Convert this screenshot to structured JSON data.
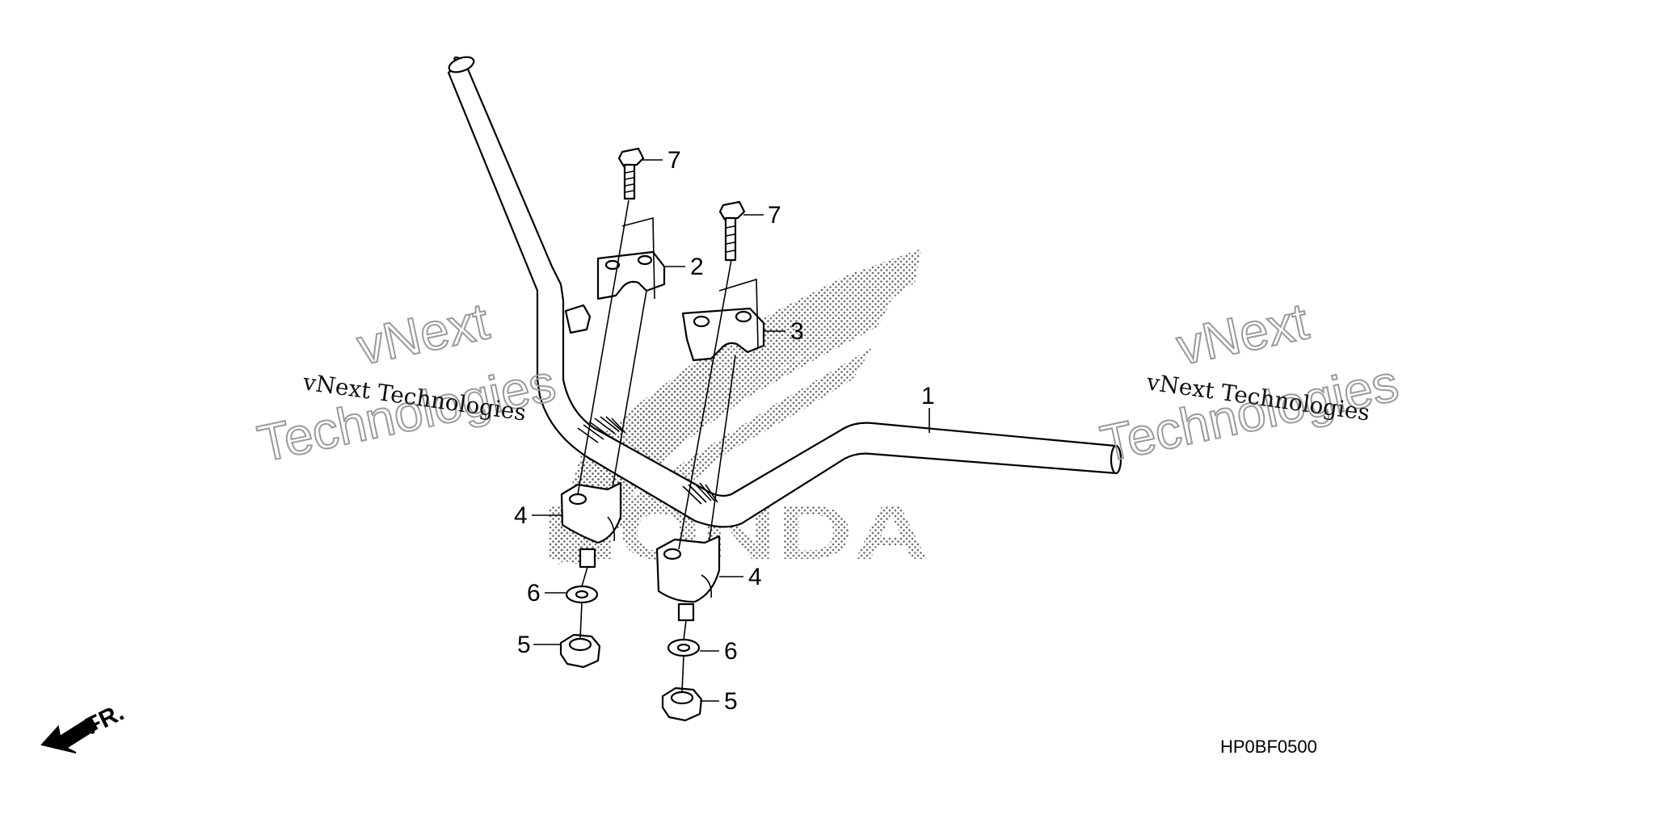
{
  "diagram": {
    "callouts": {
      "c1": "1",
      "c2": "2",
      "c3": "3",
      "c4a": "4",
      "c4b": "4",
      "c5a": "5",
      "c5b": "5",
      "c6a": "6",
      "c6b": "6",
      "c7a": "7",
      "c7b": "7"
    },
    "direction_label": "FR.",
    "diagram_code": "HP0BF0500"
  },
  "watermarks": {
    "left_small": "vNext Technologies",
    "left_big_1": "vNext",
    "left_big_2": "Technologies",
    "right_small": "vNext Technologies",
    "right_big_1": "vNext",
    "right_big_2": "Technologies",
    "logo_text": "HONDA"
  },
  "colors": {
    "line": "#000000",
    "watermark": "#9a9a9a",
    "background": "#ffffff"
  }
}
